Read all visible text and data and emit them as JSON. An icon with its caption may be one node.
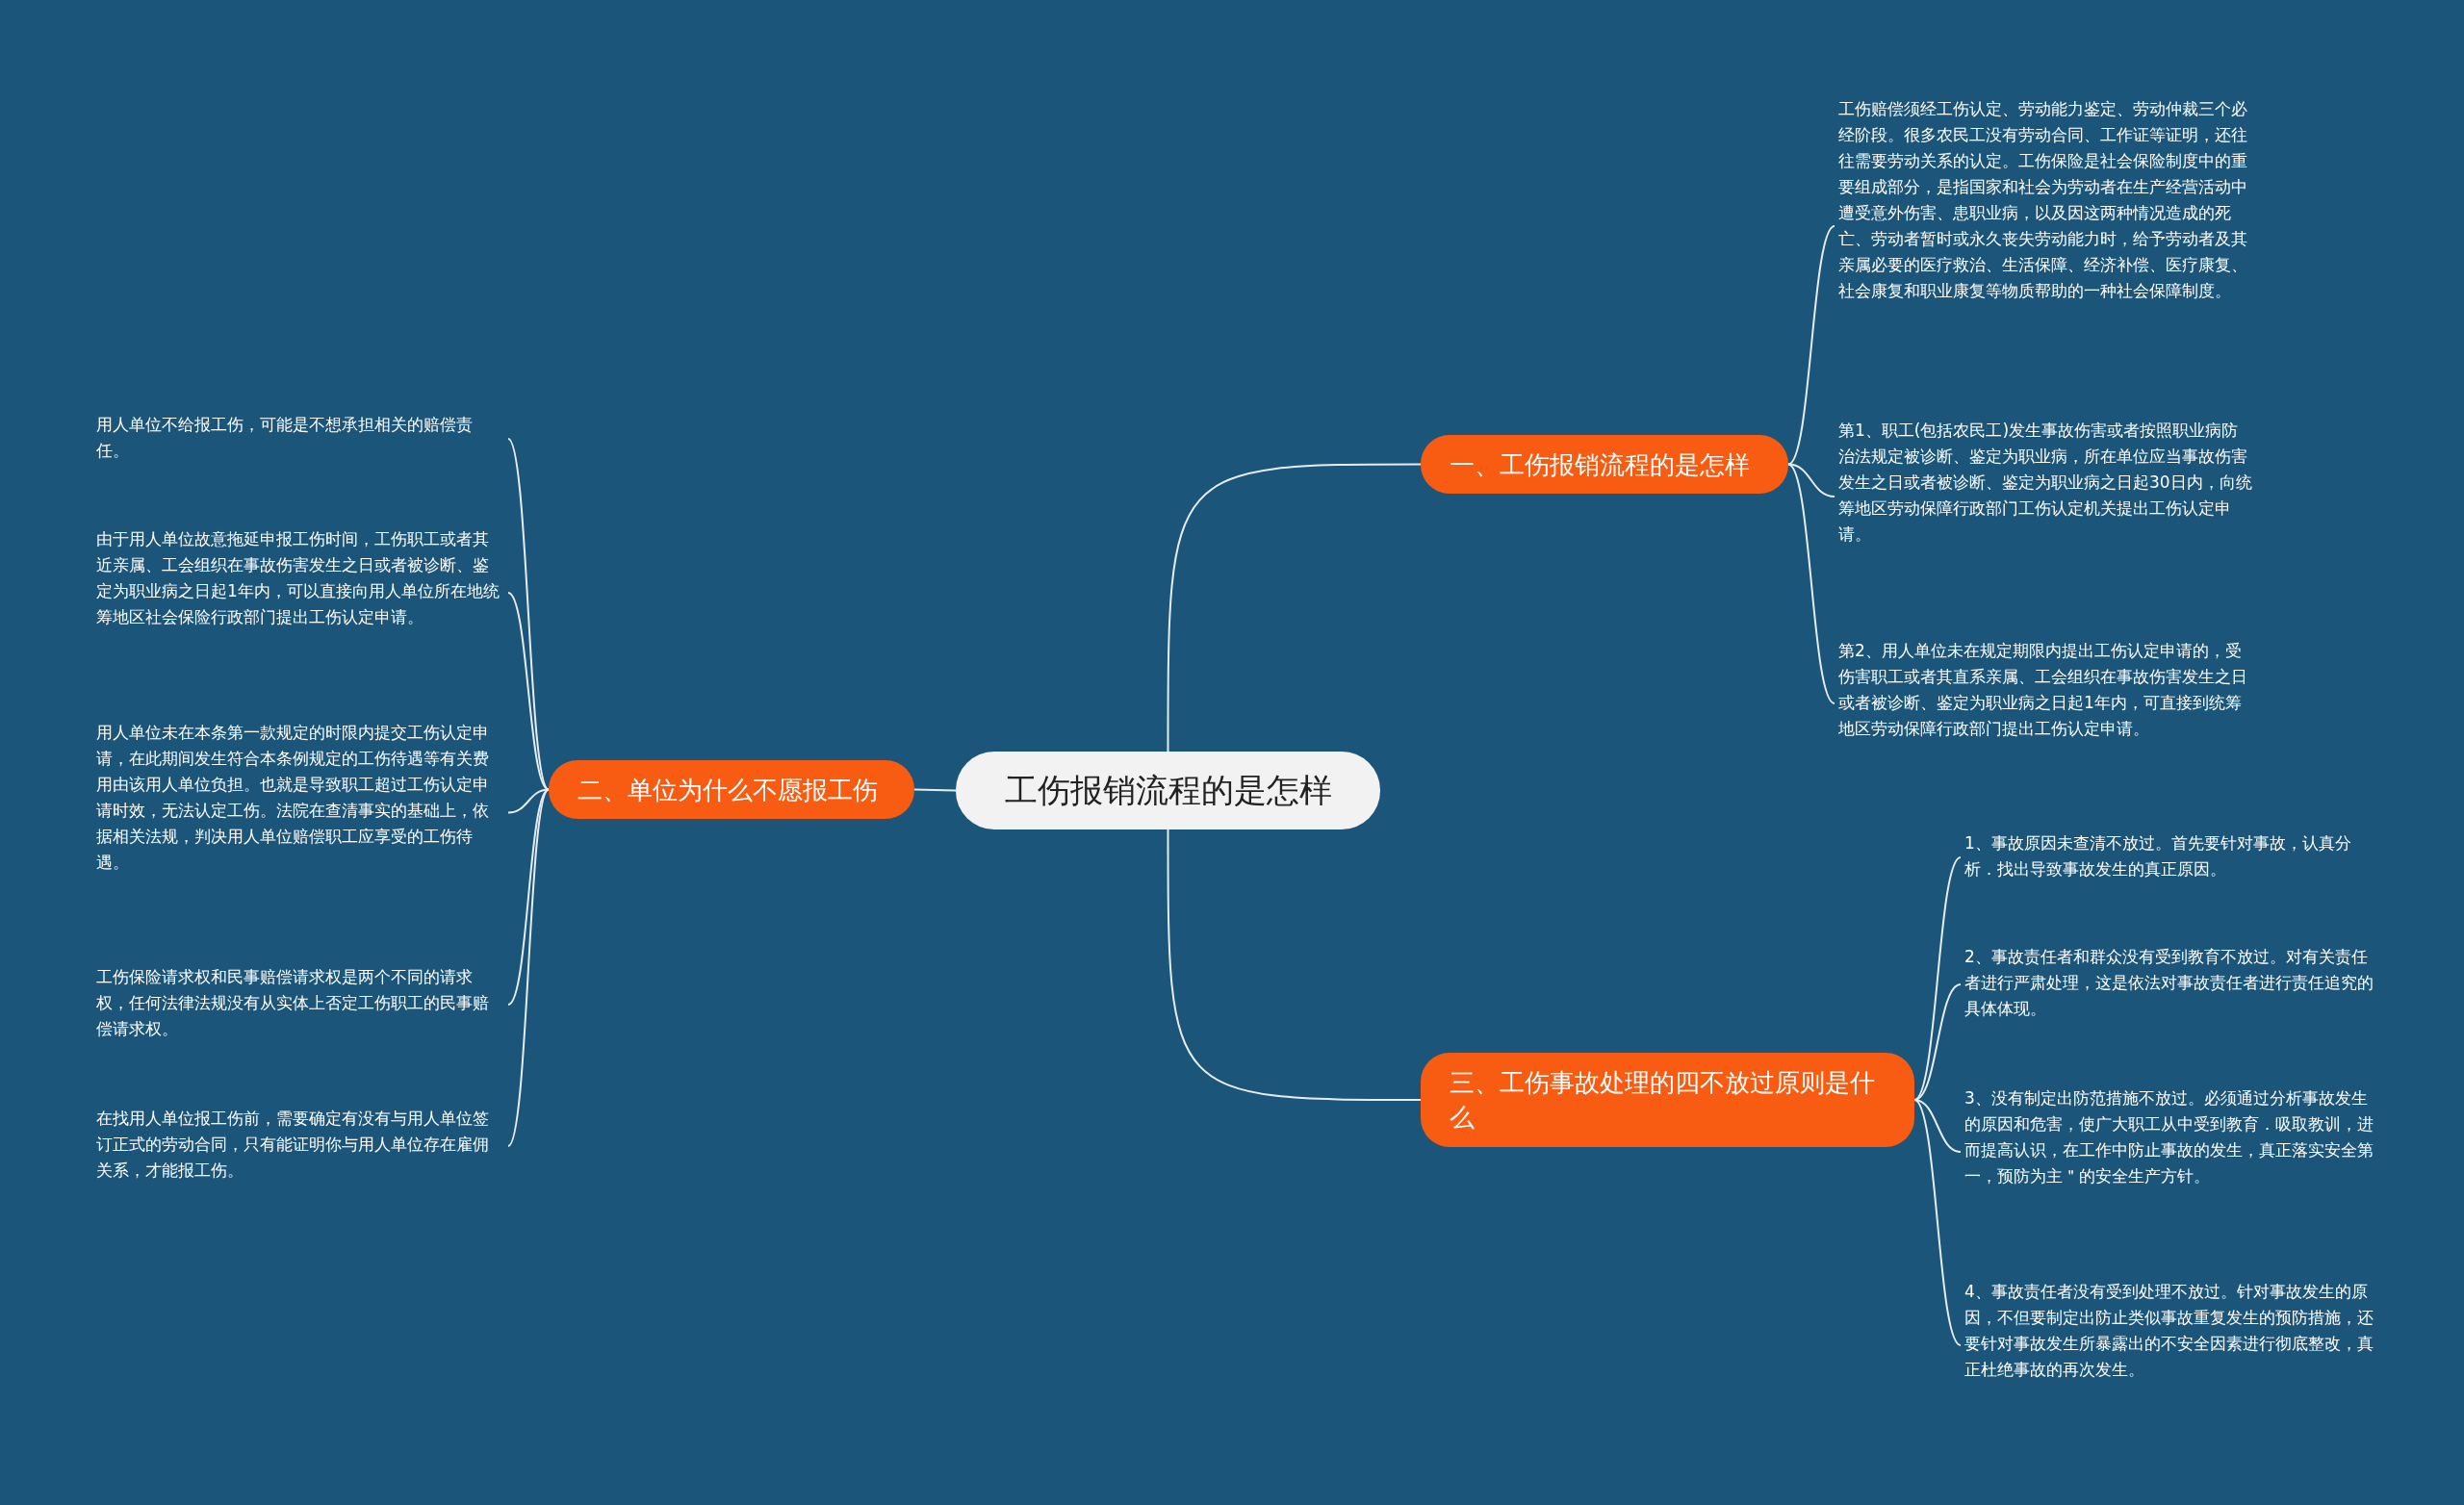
{
  "diagram": {
    "nodes": [
      {
        "text": [
          "工伤报销流程的是怎样"
        ]
      },
      {
        "text": [
          "一、工伤报销流程的是怎样"
        ]
      },
      {
        "text": [
          "工伤赔偿须经工伤认定、劳动能力鉴定、劳动仲裁三个必经阶段。很多农民工没有劳动合同、工作证等证明，还往往需要劳动关系的认定。工伤保险是社会保险制度中的重要组成部分，是指国家和社会为劳动者在生产经营活动中遭受意外伤害、患职业病，以及因这两种情况造成的死亡、劳动者暂时或永久丧失劳动能力时，给予劳动者及其亲属必要的医疗救治、生活保障、经济补偿、医疗康复、社会康复和职业康复等物质帮助的一种社会保障制度。"
        ]
      },
      {
        "text": [
          "第1、职工(包括农民工)发生事故伤害或者按照职业病防治法规定被诊断、鉴定为职业病，所在单位应当事故伤害发生之日或者被诊断、鉴定为职业病之日起30日内，向统筹地区劳动保障行政部门工伤认定机关提出工伤认定申请。"
        ]
      },
      {
        "text": [
          "第2、用人单位未在规定期限内提出工伤认定申请的，受伤害职工或者其直系亲属、工会组织在事故伤害发生之日或者被诊断、鉴定为职业病之日起1年内，可直接到统筹地区劳动保障行政部门提出工伤认定申请。"
        ]
      },
      {
        "text": [
          "二、单位为什么不愿报工伤"
        ]
      },
      {
        "text": [
          "用人单位不给报工伤，可能是不想承担相关的赔偿责任。"
        ]
      },
      {
        "text": [
          "由于用人单位故意拖延申报工伤时间，工伤职工或者其近亲属、工会组织在事故伤害发生之日或者被诊断、鉴定为职业病之日起1年内，可以直接向用人单位所在地统筹地区社会保险行政部门提出工伤认定申请。"
        ]
      },
      {
        "text": [
          "用人单位未在本条第一款规定的时限内提交工伤认定申请，在此期间发生符合本条例规定的工伤待遇等有关费用由该用人单位负担。也就是导致职工超过工伤认定申请时效，无法认定工伤。法院在查清事实的基础上，依据相关法规，判决用人单位赔偿职工应享受的工伤待遇。"
        ]
      },
      {
        "text": [
          "工伤保险请求权和民事赔偿请求权是两个不同的请求权，任何法律法规没有从实体上否定工伤职工的民事赔偿请求权。"
        ]
      },
      {
        "text": [
          "在找用人单位报工伤前，需要确定有没有与用人单位签订正式的劳动合同，只有能证明你与用人单位存在雇佣关系，才能报工伤。"
        ]
      },
      {
        "text": [
          "三、工伤事故处理的四不放过原则是什么"
        ]
      },
      {
        "text": [
          "1、事故原因未查清不放过。首先要针对事故，认真分析．找出导致事故发生的真正原因。"
        ]
      },
      {
        "text": [
          "2、事故责任者和群众没有受到教育不放过。对有关责任者进行严肃处理，这是依法对事故责任者进行责任追究的具体体现。"
        ]
      },
      {
        "text": [
          "3、没有制定出防范措施不放过。必须通过分析事故发生的原因和危害，使广大职工从中受到教育．吸取教训，进而提高认识，在工作中防止事故的发生，真正落实安全第一，预防为主＂的安全生产方针。"
        ]
      },
      {
        "text": [
          "4、事故责任者没有受到处理不放过。针对事故发生的原因，不但要制定出防止类似事故重复发生的预防措施，还要针对事故发生所暴露出的不安全因素进行彻底整改，真正杜绝事故的再次发生。"
        ]
      }
    ],
    "edges": [
      {
        "from": 0,
        "to": 1,
        "arrow": "none"
      },
      {
        "from": 1,
        "to": 2,
        "arrow": "none"
      },
      {
        "from": 1,
        "to": 3,
        "arrow": "none"
      },
      {
        "from": 1,
        "to": 4,
        "arrow": "none"
      },
      {
        "from": 0,
        "to": 5,
        "arrow": "none"
      },
      {
        "from": 5,
        "to": 6,
        "arrow": "none"
      },
      {
        "from": 5,
        "to": 7,
        "arrow": "none"
      },
      {
        "from": 5,
        "to": 8,
        "arrow": "none"
      },
      {
        "from": 5,
        "to": 9,
        "arrow": "none"
      },
      {
        "from": 5,
        "to": 10,
        "arrow": "none"
      },
      {
        "from": 0,
        "to": 11,
        "arrow": "none"
      },
      {
        "from": 11,
        "to": 12,
        "arrow": "none"
      },
      {
        "from": 11,
        "to": 13,
        "arrow": "none"
      },
      {
        "from": 11,
        "to": 14,
        "arrow": "none"
      },
      {
        "from": 11,
        "to": 15,
        "arrow": "none"
      }
    ]
  }
}
